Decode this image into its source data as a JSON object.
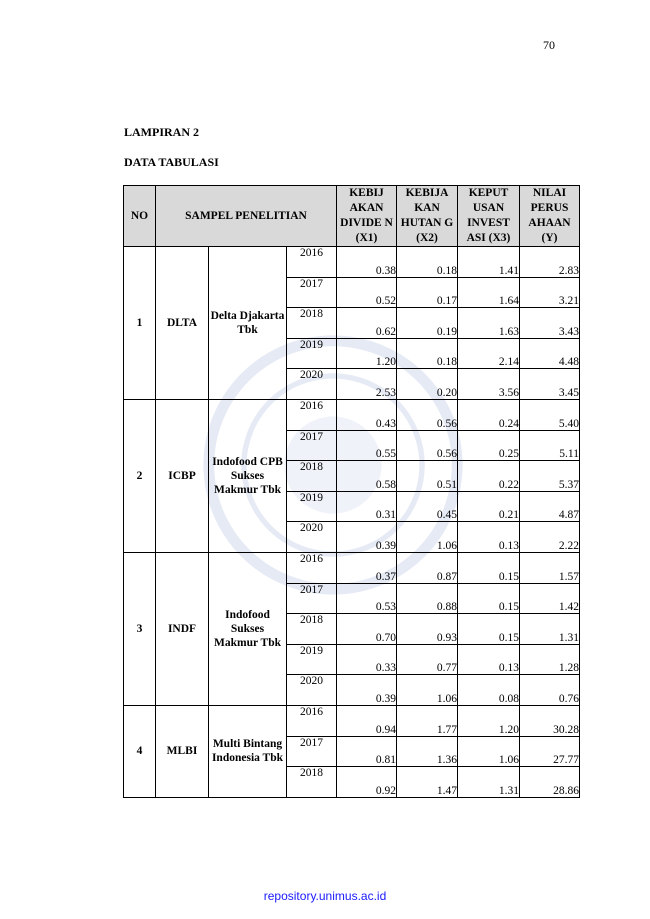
{
  "page_number": "70",
  "appendix_title": "LAMPIRAN 2",
  "section_title": "DATA TABULASI",
  "table": {
    "headers": {
      "no": "NO",
      "sample": "SAMPEL PENELITIAN",
      "x1": "KEBIJ AKAN DIVIDE N (X1)",
      "x2": "KEBIJA KAN HUTAN G (X2)",
      "x3": "KEPUT USAN INVEST ASI (X3)",
      "y": "NILAI PERUS AHAAN (Y)"
    },
    "groups": [
      {
        "no": "1",
        "code": "DLTA",
        "company": "Delta Djakarta Tbk",
        "rows": [
          {
            "year": "2016",
            "x1": "0.38",
            "x2": "0.18",
            "x3": "1.41",
            "y": "2.83"
          },
          {
            "year": "2017",
            "x1": "0.52",
            "x2": "0.17",
            "x3": "1.64",
            "y": "3.21"
          },
          {
            "year": "2018",
            "x1": "0.62",
            "x2": "0.19",
            "x3": "1.63",
            "y": "3.43"
          },
          {
            "year": "2019",
            "x1": "1.20",
            "x2": "0.18",
            "x3": "2.14",
            "y": "4.48"
          },
          {
            "year": "2020",
            "x1": "2.53",
            "x2": "0.20",
            "x3": "3.56",
            "y": "3.45"
          }
        ]
      },
      {
        "no": "2",
        "code": "ICBP",
        "company": "Indofood CPB Sukses Makmur Tbk",
        "rows": [
          {
            "year": "2016",
            "x1": "0.43",
            "x2": "0.56",
            "x3": "0.24",
            "y": "5.40"
          },
          {
            "year": "2017",
            "x1": "0.55",
            "x2": "0.56",
            "x3": "0.25",
            "y": "5.11"
          },
          {
            "year": "2018",
            "x1": "0.58",
            "x2": "0.51",
            "x3": "0.22",
            "y": "5.37"
          },
          {
            "year": "2019",
            "x1": "0.31",
            "x2": "0.45",
            "x3": "0.21",
            "y": "4.87"
          },
          {
            "year": "2020",
            "x1": "0.39",
            "x2": "1.06",
            "x3": "0.13",
            "y": "2.22"
          }
        ]
      },
      {
        "no": "3",
        "code": "INDF",
        "company": "Indofood Sukses Makmur Tbk",
        "rows": [
          {
            "year": "2016",
            "x1": "0.37",
            "x2": "0.87",
            "x3": "0.15",
            "y": "1.57"
          },
          {
            "year": "2017",
            "x1": "0.53",
            "x2": "0.88",
            "x3": "0.15",
            "y": "1.42"
          },
          {
            "year": "2018",
            "x1": "0.70",
            "x2": "0.93",
            "x3": "0.15",
            "y": "1.31"
          },
          {
            "year": "2019",
            "x1": "0.33",
            "x2": "0.77",
            "x3": "0.13",
            "y": "1.28"
          },
          {
            "year": "2020",
            "x1": "0.39",
            "x2": "1.06",
            "x3": "0.08",
            "y": "0.76"
          }
        ]
      },
      {
        "no": "4",
        "code": "MLBI",
        "company": "Multi Bintang Indonesia Tbk",
        "rows": [
          {
            "year": "2016",
            "x1": "0.94",
            "x2": "1.77",
            "x3": "1.20",
            "y": "30.28"
          },
          {
            "year": "2017",
            "x1": "0.81",
            "x2": "1.36",
            "x3": "1.06",
            "y": "27.77"
          },
          {
            "year": "2018",
            "x1": "0.92",
            "x2": "1.47",
            "x3": "1.31",
            "y": "28.86"
          }
        ]
      }
    ]
  },
  "footer_link": "repository.unimus.ac.id"
}
